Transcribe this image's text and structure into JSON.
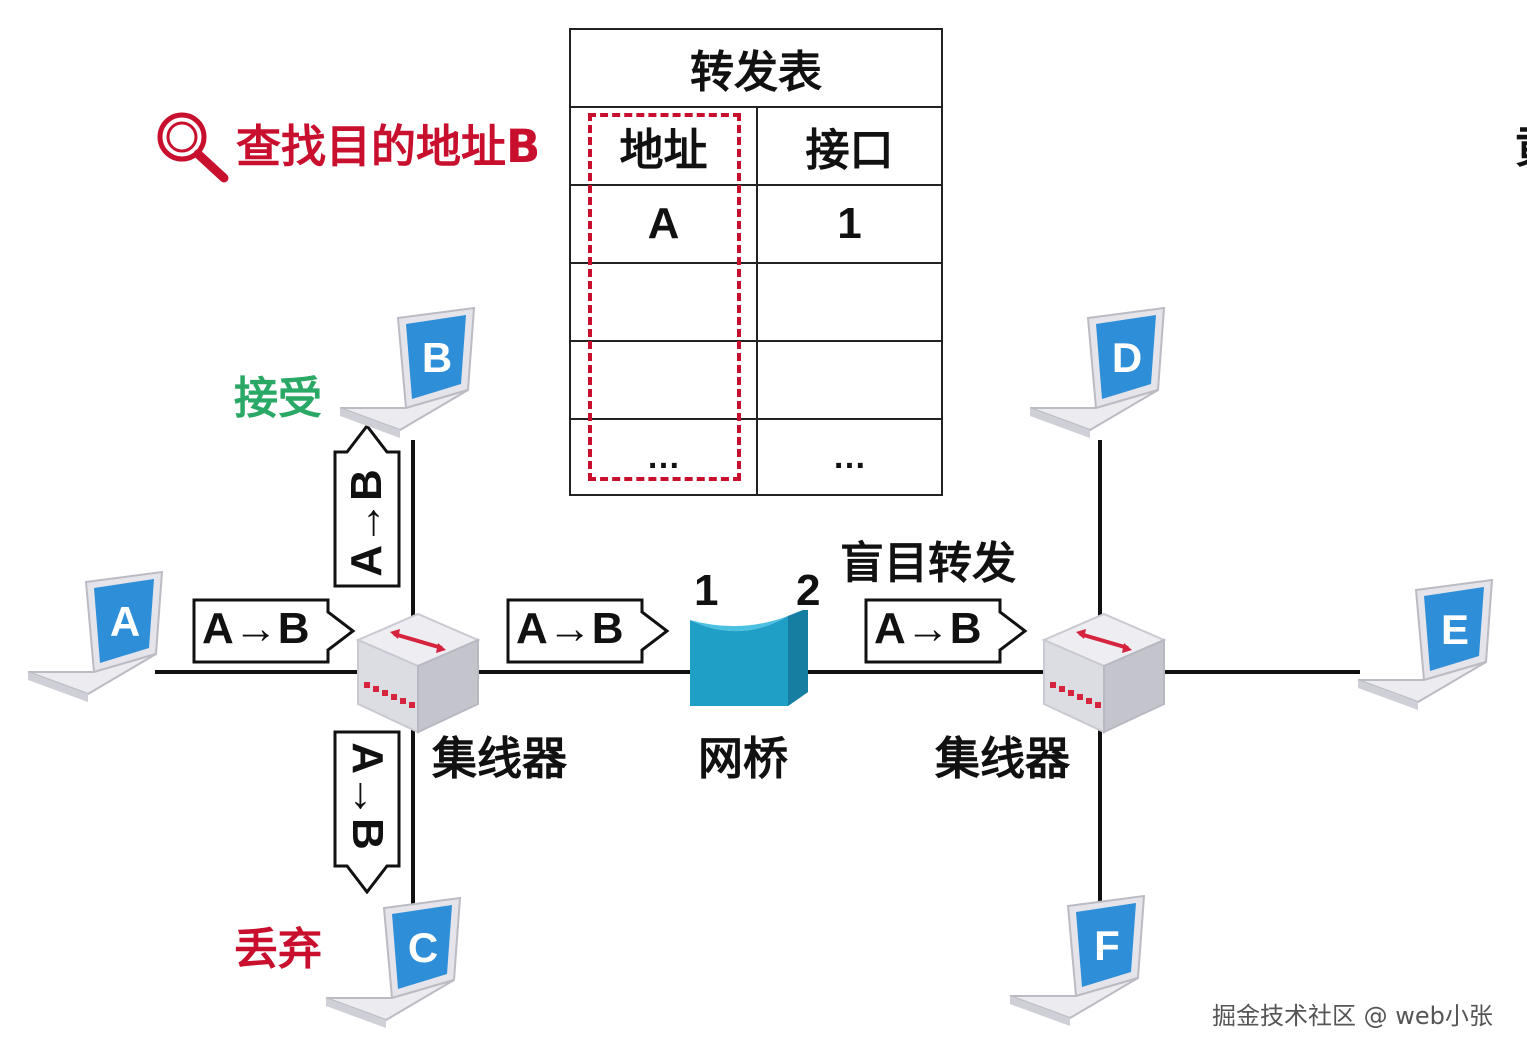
{
  "table": {
    "title": "转发表",
    "headers": [
      "地址",
      "接口"
    ],
    "rows": [
      [
        "A",
        "1"
      ],
      [
        "",
        ""
      ],
      [
        "",
        ""
      ],
      [
        "…",
        "…"
      ]
    ]
  },
  "lookup_text": "查找目的地址B",
  "status": {
    "accept": "接受",
    "discard": "丢弃",
    "blind_forward": "盲目转发"
  },
  "devices": {
    "hub_left": "集线器",
    "bridge": "网桥",
    "hub_right": "集线器"
  },
  "ports": {
    "port1": "1",
    "port2": "2"
  },
  "frame_label": "A→B",
  "laptops": [
    "A",
    "B",
    "C",
    "D",
    "E",
    "F"
  ],
  "watermark": "掘金技术社区 @ web小张",
  "edge_glyph": "黄",
  "colors": {
    "red": "#c8102e",
    "green": "#2aa865",
    "laptop_screen": "#2e8fd8",
    "bridge": "#1f9ec6",
    "text": "#111111"
  }
}
